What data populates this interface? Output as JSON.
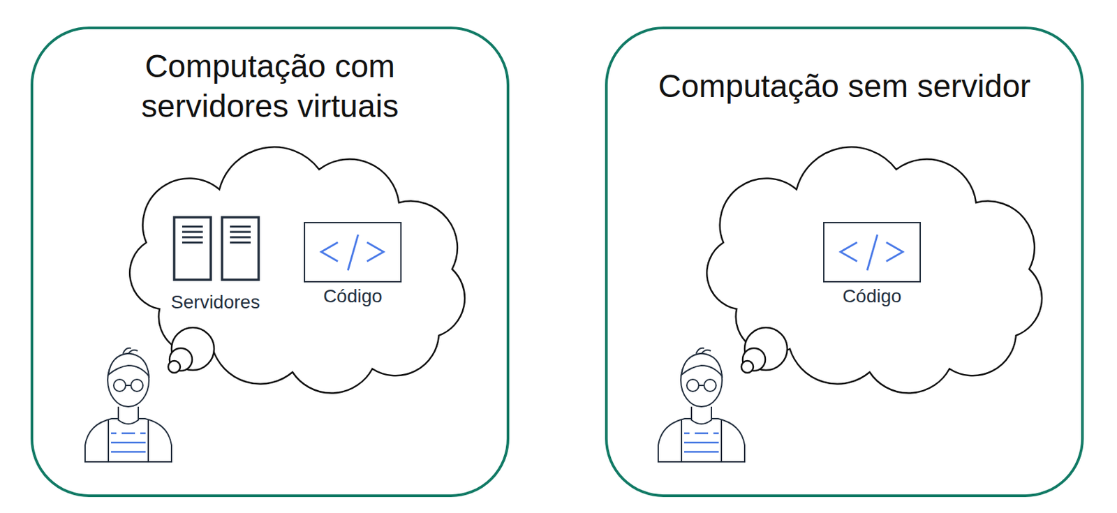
{
  "diagram": {
    "nodes": [
      {
        "text": [
          "Computação com servidores virtuais"
        ]
      },
      {
        "text": [
          "Código"
        ],
        "in": 0
      },
      {
        "text": [
          "Computação sem servidor"
        ]
      },
      {
        "text": [
          "Código"
        ],
        "in": 2
      }
    ],
    "labels": [
      "Servidores"
    ]
  }
}
